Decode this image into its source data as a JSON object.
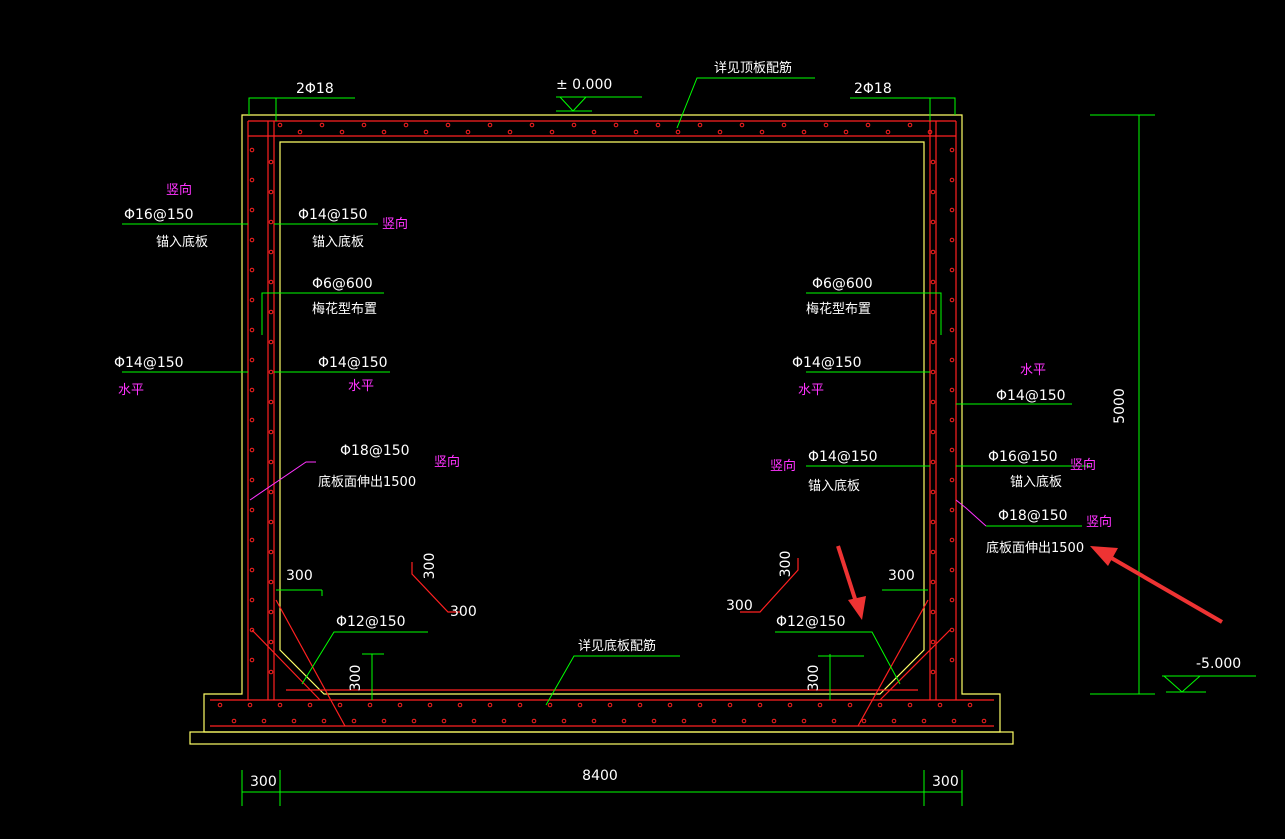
{
  "colors": {
    "background": "#000000",
    "concrete_outline": "#ffff66",
    "rebar": "#ff2020",
    "leader": "#00ff00",
    "direction_note": "#ff33ff",
    "annotation_arrow": "#ee3333"
  },
  "labels": {
    "top_left_bars": "2Φ18",
    "top_right_bars": "2Φ18",
    "elevation_top": "± 0.000",
    "top_slab_note": "详见顶板配筋",
    "bottom_slab_note": "详见底板配筋",
    "elevation_bottom": "-5.000",
    "height_dim": "5000",
    "width_dim": "8400",
    "left_wall_dim": "300",
    "right_wall_dim": "300"
  },
  "left_wall": {
    "outer_vertical_dir": "竖向",
    "outer_vertical_spec": "Φ16@150",
    "outer_vertical_anchor": "锚入底板",
    "inner_vertical_spec": "Φ14@150",
    "inner_vertical_dir": "竖向",
    "inner_vertical_anchor": "锚入底板",
    "tie_spec": "Φ6@600",
    "tie_layout": "梅花型布置",
    "outer_horizontal_spec": "Φ14@150",
    "outer_horizontal_dir": "水平",
    "inner_horizontal_spec": "Φ14@150",
    "inner_horizontal_dir": "水平",
    "dowel_spec": "Φ18@150",
    "dowel_dir": "竖向",
    "dowel_note": "底板面伸出1500",
    "haunch_h": "300",
    "haunch_v": "300",
    "haunch_bar": "Φ12@150",
    "hook_v": "300",
    "hook_h": "300"
  },
  "right_wall": {
    "tie_spec": "Φ6@600",
    "tie_layout": "梅花型布置",
    "inner_horizontal_spec": "Φ14@150",
    "inner_horizontal_dir": "水平",
    "outer_horizontal_dir": "水平",
    "outer_horizontal_spec": "Φ14@150",
    "inner_vertical_dir": "竖向",
    "inner_vertical_spec": "Φ14@150",
    "inner_vertical_anchor": "锚入底板",
    "outer_vertical_spec": "Φ16@150",
    "outer_vertical_dir": "竖向",
    "outer_vertical_anchor": "锚入底板",
    "dowel_spec": "Φ18@150",
    "dowel_dir": "竖向",
    "dowel_note": "底板面伸出1500",
    "hook_v": "300",
    "hook_h": "300",
    "haunch_bar": "Φ12@150",
    "haunch_h": "300",
    "haunch_v": "300"
  }
}
